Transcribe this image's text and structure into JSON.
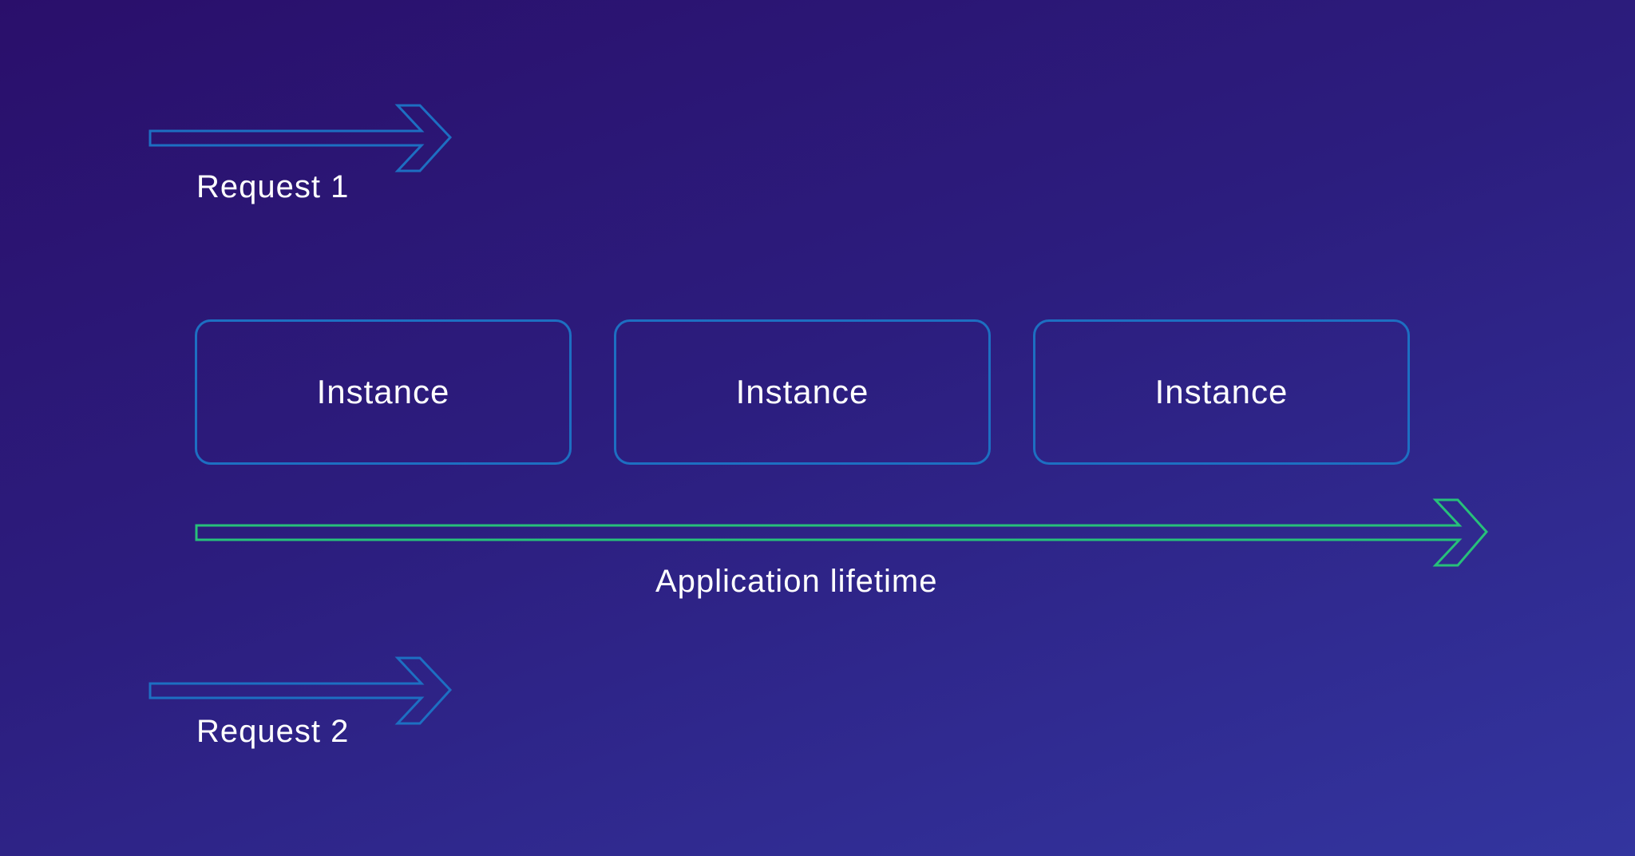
{
  "diagram": {
    "requests": [
      {
        "label": "Request 1"
      },
      {
        "label": "Request 2"
      }
    ],
    "instances": [
      {
        "label": "Instance"
      },
      {
        "label": "Instance"
      },
      {
        "label": "Instance"
      }
    ],
    "lifetime": {
      "label": "Application lifetime"
    }
  },
  "colors": {
    "request_arrow": "#1d6fc2",
    "instance_border": "#1d6fc2",
    "lifetime_arrow": "#27c07a",
    "text": "#ffffff"
  }
}
